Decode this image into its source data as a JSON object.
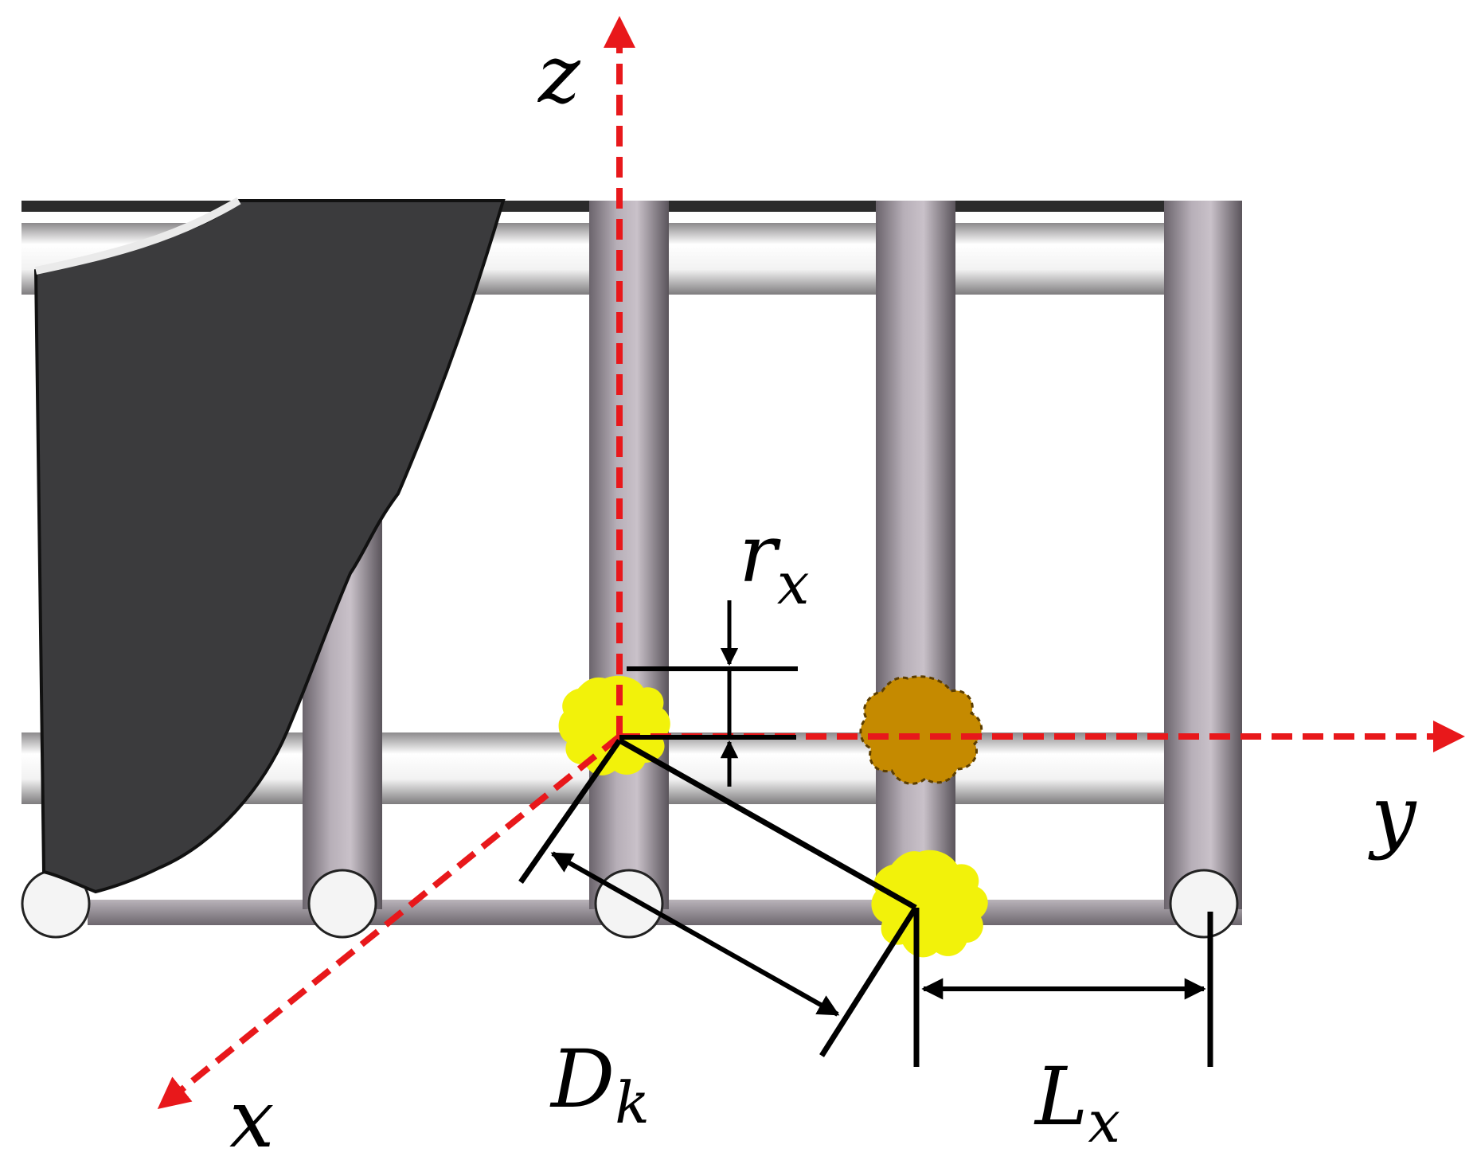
{
  "labels": {
    "z_axis": {
      "main": "z"
    },
    "y_axis": {
      "main": "y"
    },
    "x_axis": {
      "main": "x"
    },
    "r_x": {
      "main": "r",
      "sub": "x"
    },
    "D_k": {
      "main": "D",
      "sub": "k"
    },
    "L_x": {
      "main": "L",
      "sub": "x"
    }
  },
  "colors": {
    "axis": "#e8181b",
    "dimension": "#000000",
    "highlight_yellow": "#f2f20a",
    "highlight_brown": "#c58a00",
    "cylinder": "#a39aa3",
    "dark_panel": "#3b3b3d"
  }
}
